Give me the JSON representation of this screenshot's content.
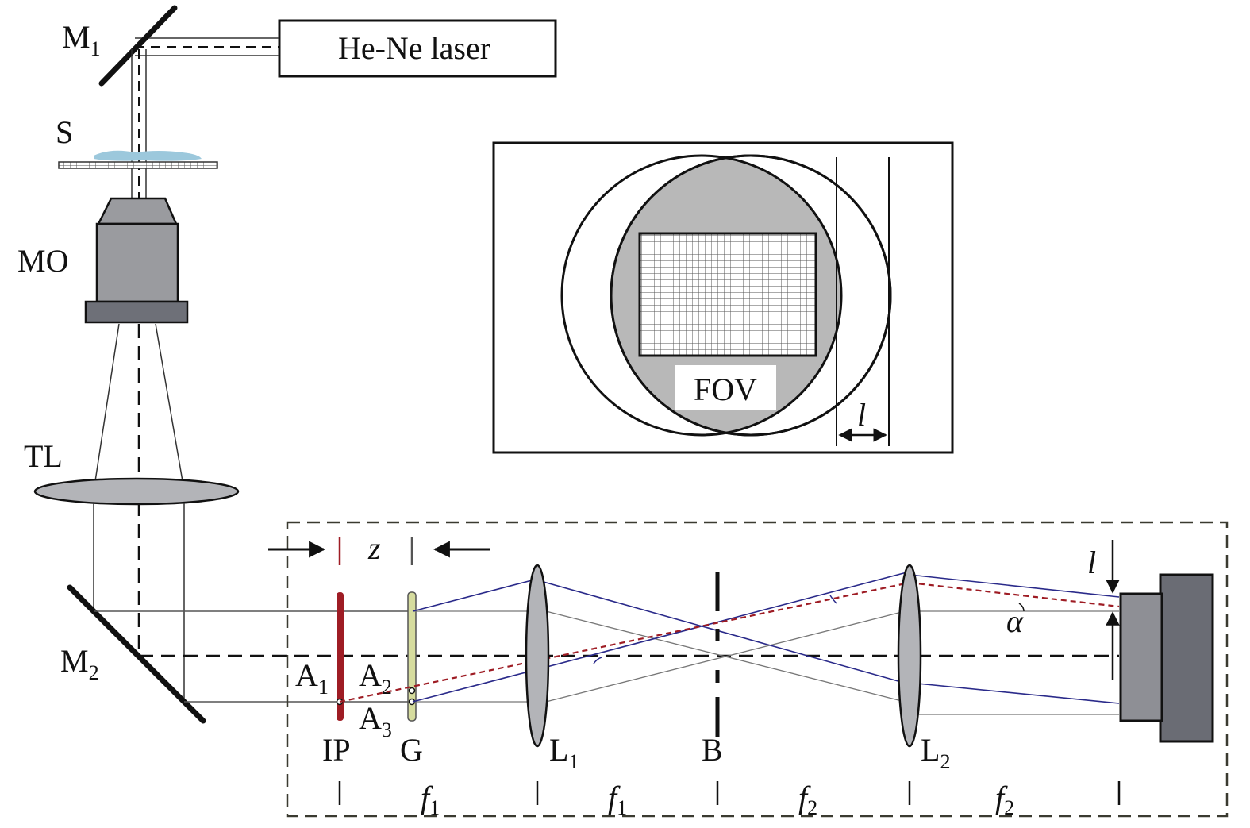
{
  "laser": {
    "label": "He-Ne laser"
  },
  "labels": {
    "m1": {
      "main": "M",
      "sub": "1"
    },
    "s": "S",
    "mo": "MO",
    "tl": "TL",
    "m2": {
      "main": "M",
      "sub": "2"
    },
    "a1": {
      "main": "A",
      "sub": "1"
    },
    "a2": {
      "main": "A",
      "sub": "2"
    },
    "a3": {
      "main": "A",
      "sub": "3"
    },
    "ip": "IP",
    "g": "G",
    "l1": {
      "main": "L",
      "sub": "1"
    },
    "b": "B",
    "l2": {
      "main": "L",
      "sub": "2"
    },
    "z": "z",
    "l_shift": "l",
    "alpha": "α",
    "f1a": {
      "main": "f",
      "sub": "1"
    },
    "f1b": {
      "main": "f",
      "sub": "1"
    },
    "f2a": {
      "main": "f",
      "sub": "2"
    },
    "f2b": {
      "main": "f",
      "sub": "2"
    }
  },
  "inset": {
    "fov_label": "FOV",
    "l_label": "l"
  },
  "colors": {
    "stroke": "#111111",
    "objective_body": "#9a9b9f",
    "objective_base": "#6e7078",
    "lens_fill": "#b3b4b8",
    "overlap_fill": "#b8b8b8",
    "ip_red": "#9e1c24",
    "grating_yellow": "#d6dc9e",
    "blue_ray": "#2a2a8a",
    "red_dash": "#9e1c24",
    "sample_blue": "#9cc8dc",
    "camera_light": "#8e8f95",
    "camera_dark": "#6a6c74"
  }
}
